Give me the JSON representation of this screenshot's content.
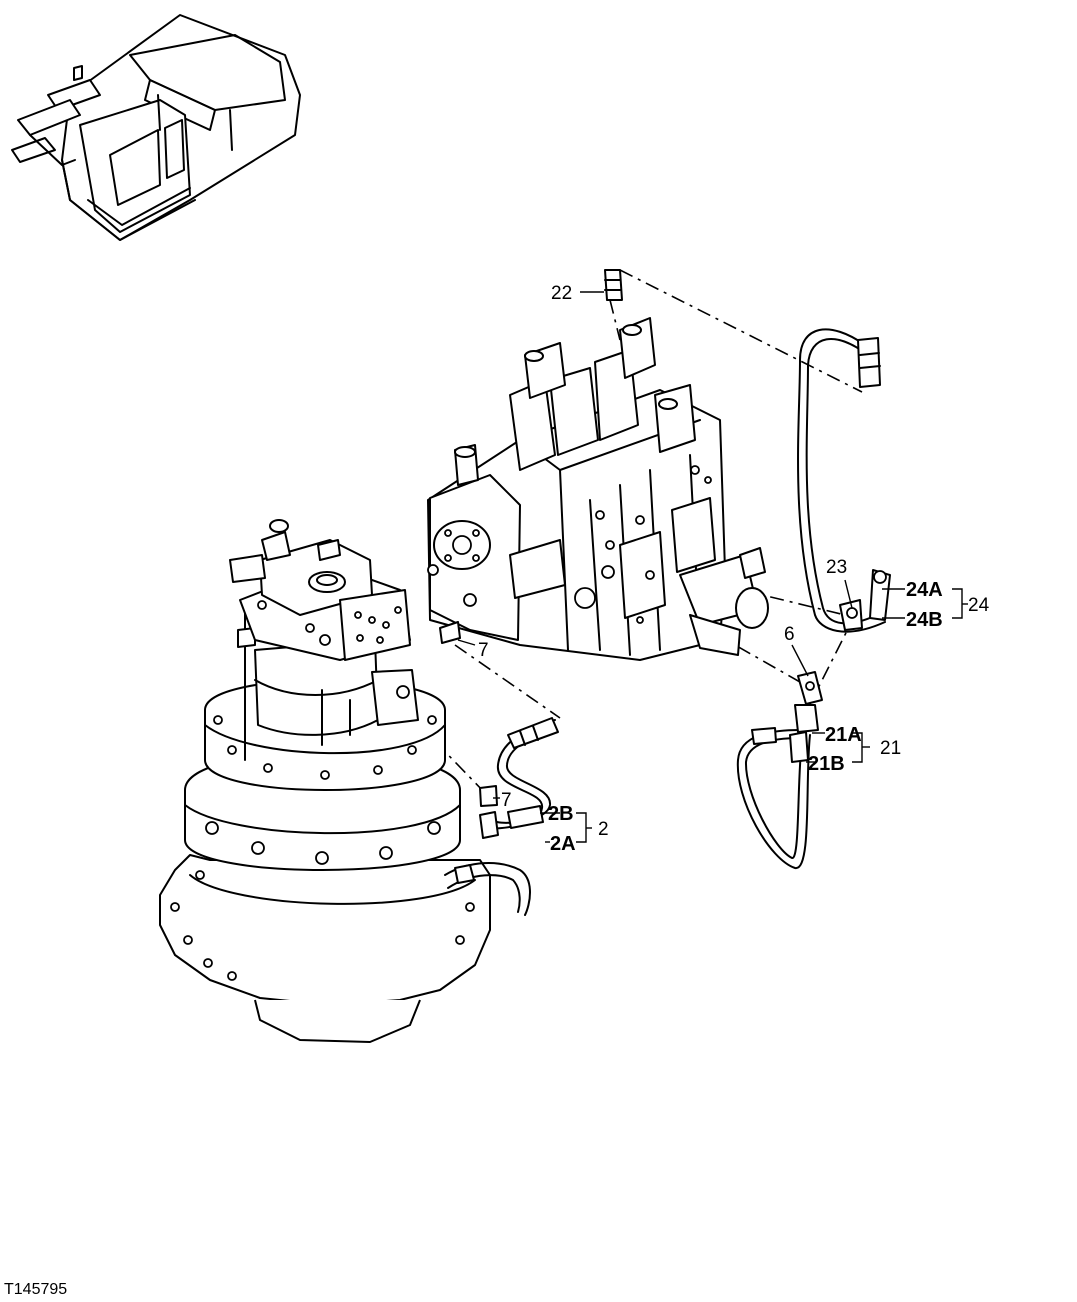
{
  "figure_id": "T145795",
  "callouts": {
    "c22": "22",
    "c23": "23",
    "c24a": "24A",
    "c24b": "24B",
    "c24": "24",
    "c6": "6",
    "c7a": "7",
    "c7b": "7",
    "c21a": "21A",
    "c21b": "21B",
    "c21": "21",
    "c2b": "2B",
    "c2a": "2A",
    "c2": "2"
  }
}
